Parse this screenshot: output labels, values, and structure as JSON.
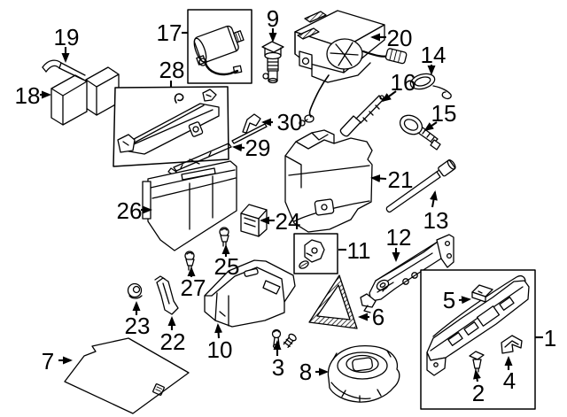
{
  "diagram": {
    "background_color": "#ffffff",
    "line_color": "#000000",
    "callouts": [
      "1",
      "2",
      "3",
      "4",
      "5",
      "6",
      "7",
      "8",
      "9",
      "10",
      "11",
      "12",
      "13",
      "14",
      "15",
      "16",
      "17",
      "18",
      "19",
      "20",
      "21",
      "22",
      "23",
      "24",
      "25",
      "26",
      "27",
      "28",
      "29",
      "30"
    ]
  }
}
